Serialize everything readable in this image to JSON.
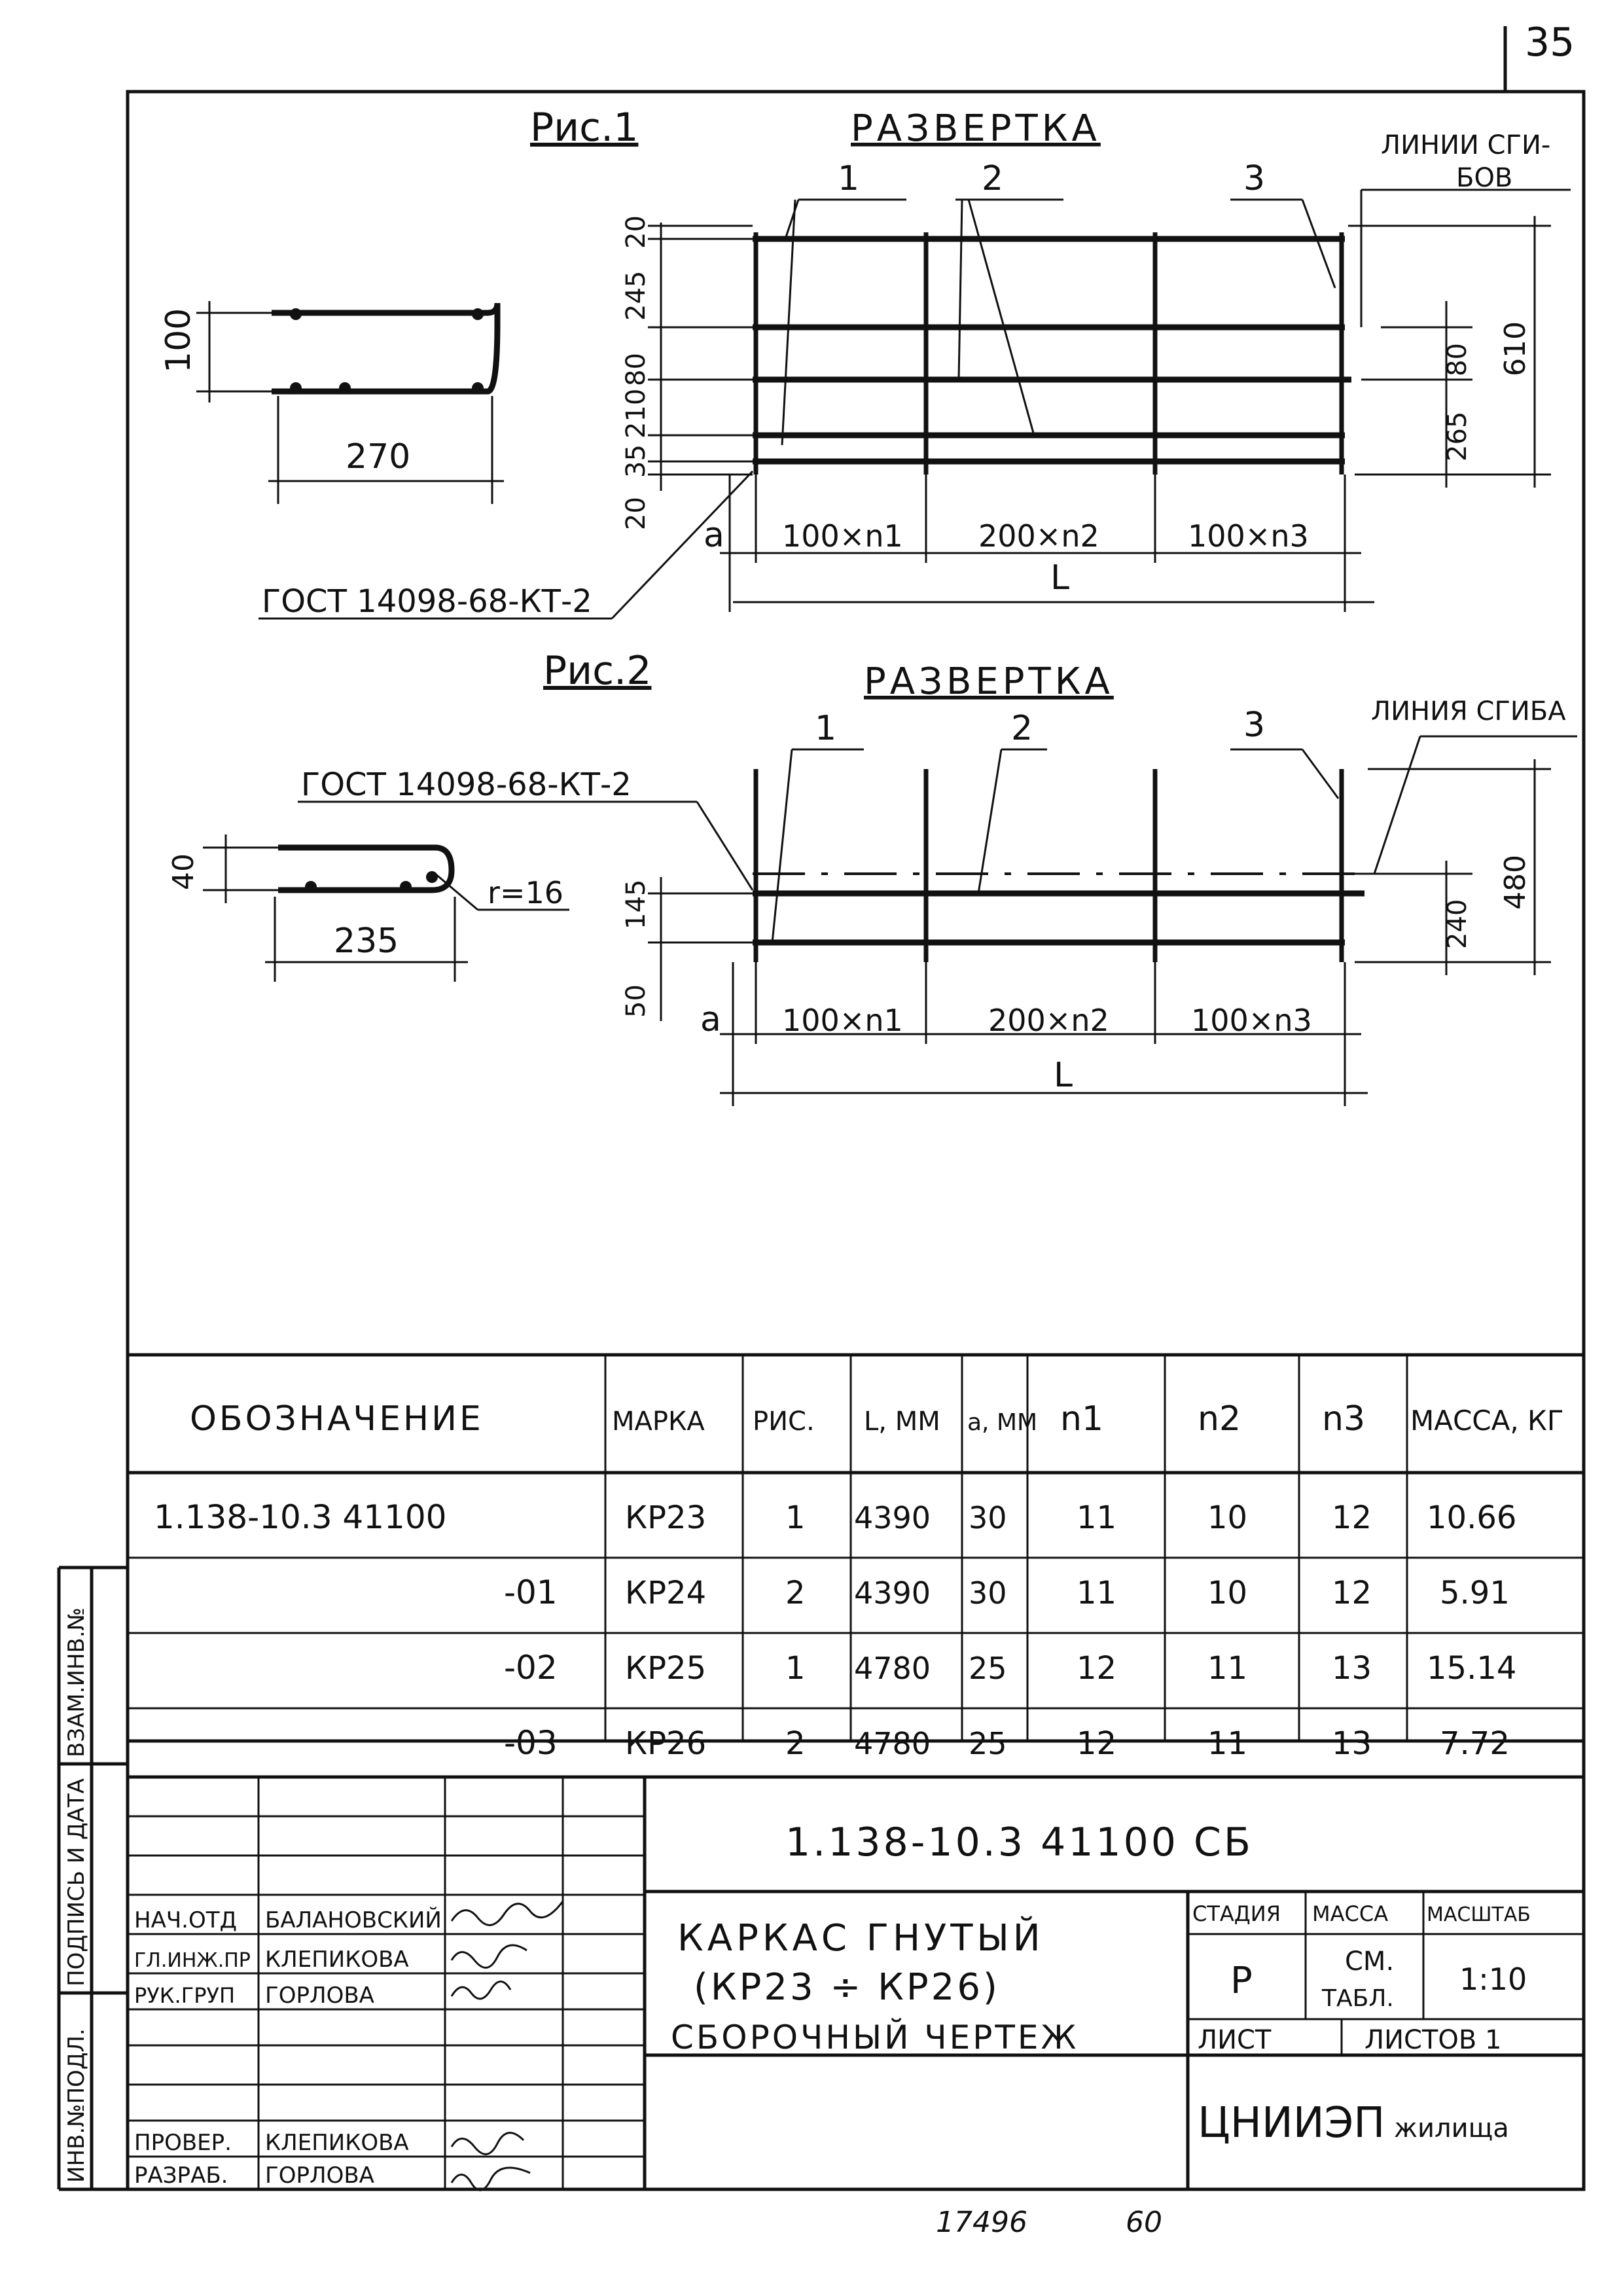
{
  "page_number": "35",
  "fig1": {
    "title": "Рис.1",
    "unfold_title": "РАЗВЕРТКА",
    "bend_label_a": "ЛИНИИ СГИ-",
    "bend_label_b": "БОВ",
    "positions": [
      "1",
      "2",
      "3"
    ],
    "left_dims": [
      "20",
      "245",
      "210",
      "80",
      "35",
      "20"
    ],
    "right_dims": [
      "80",
      "265",
      "610"
    ],
    "bottom_dims": [
      "a",
      "100×n1",
      "200×n2",
      "100×n3"
    ],
    "overall": "L",
    "gost": "ГОСТ 14098-68-КТ-2",
    "section_dims": [
      "100",
      "270"
    ]
  },
  "fig2": {
    "title": "Рис.2",
    "unfold_title": "РАЗВЕРТКА",
    "bend_label": "ЛИНИЯ СГИБА",
    "positions": [
      "1",
      "2",
      "3"
    ],
    "gost": "ГОСТ 14098-68-КТ-2",
    "section_dims": [
      "40",
      "235"
    ],
    "radius": "r=16",
    "left_dims": [
      "145",
      "50"
    ],
    "right_dims": [
      "240",
      "480"
    ],
    "bottom_dims": [
      "a",
      "100×n1",
      "200×n2",
      "100×n3"
    ],
    "overall": "L"
  },
  "table": {
    "headers": [
      "ОБОЗНАЧЕНИЕ",
      "МАРКА",
      "РИС.",
      "L, ММ",
      "a, ММ",
      "n1",
      "n2",
      "n3",
      "МАССА, КГ"
    ],
    "rows": [
      [
        "1.138-10.3 41100",
        "КР23",
        "1",
        "4390",
        "30",
        "11",
        "10",
        "12",
        "10.66"
      ],
      [
        "-01",
        "КР24",
        "2",
        "4390",
        "30",
        "11",
        "10",
        "12",
        "5.91"
      ],
      [
        "-02",
        "КР25",
        "1",
        "4780",
        "25",
        "12",
        "11",
        "13",
        "15.14"
      ],
      [
        "-03",
        "КР26",
        "2",
        "4780",
        "25",
        "12",
        "11",
        "13",
        "7.72"
      ]
    ]
  },
  "side_labels": [
    "ВЗАМ.ИНВ.№",
    "ПОДПИСЬ И ДАТА",
    "ИНВ.№ПОДЛ."
  ],
  "title_block": {
    "doc_code": "1.138-10.3 41100 СБ",
    "name_line1": "КАРКАС ГНУТЫЙ",
    "name_line2": "(КР23 ÷ КР26)",
    "name_line3": "СБОРОЧНЫЙ ЧЕРТЕЖ",
    "stage_label": "СТАДИЯ",
    "mass_label": "МАССА",
    "scale_label": "МАСШТАБ",
    "stage_value": "Р",
    "mass_value_a": "СМ.",
    "mass_value_b": "ТАБЛ.",
    "scale_value": "1:10",
    "sheet_label": "ЛИСТ",
    "sheets_label": "ЛИСТОВ 1",
    "org": "ЦНИИЭП",
    "org_suffix": "жилища",
    "signers": [
      {
        "role": "НАЧ.ОТД",
        "name": "БАЛАНОВСКИЙ"
      },
      {
        "role": "ГЛ.ИНЖ.ПР",
        "name": "КЛЕПИКОВА"
      },
      {
        "role": "РУК.ГРУП",
        "name": "ГОРЛОВА"
      },
      {
        "role": "ПРОВЕР.",
        "name": "КЛЕПИКОВА"
      },
      {
        "role": "РАЗРАБ.",
        "name": "ГОРЛОВА"
      }
    ]
  },
  "footer": {
    "archive_no": "17496",
    "page": "60"
  }
}
